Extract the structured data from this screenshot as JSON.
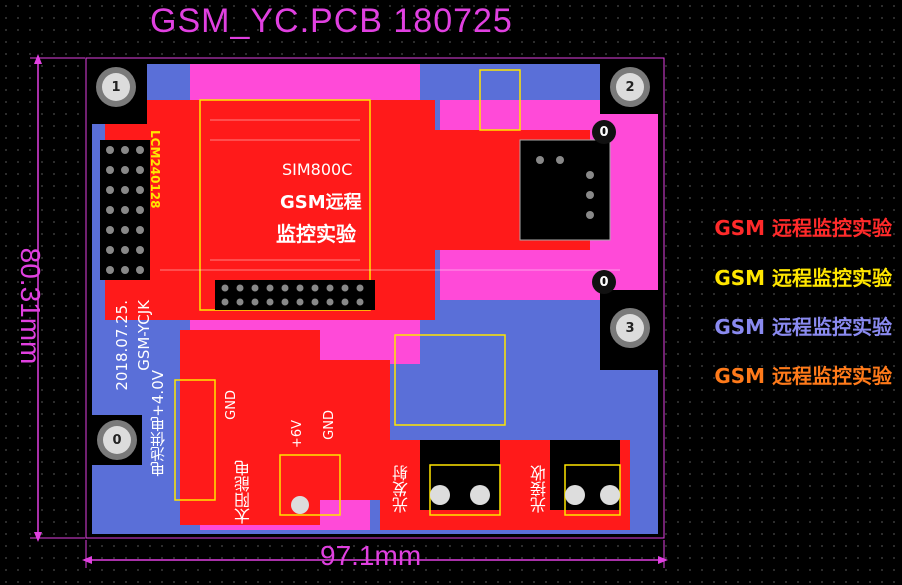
{
  "title": "GSM_YC.PCB 180725",
  "dimensions": {
    "width": "97.1mm",
    "height": "80.31mm"
  },
  "colors": {
    "dimension": "#e040e0",
    "board_blue": "#5a6fd8",
    "board_red": "#ff1a1a",
    "board_pink": "#ff4ad8",
    "silkscreen": "#ffffff",
    "silkscreen_yellow": "#ffe600"
  },
  "legend": [
    {
      "text": "GSM 远程监控实验",
      "color": "#ff2a2a"
    },
    {
      "text": "GSM 远程监控实验",
      "color": "#ffe600"
    },
    {
      "text": "GSM 远程监控实验",
      "color": "#8a8af0"
    },
    {
      "text": "GSM 远程监控实验",
      "color": "#ff7a1a"
    }
  ],
  "mounting_holes": [
    "1",
    "2",
    "0",
    "0",
    "3",
    "0"
  ],
  "silkscreen": {
    "module": "SIM800C",
    "title_line1": "GSM远程",
    "title_line2": "监控实验",
    "lcd": "LCM240128",
    "board_name": "GSM-YCJK",
    "date": "2018.07.25.",
    "power": "电池供电+4.0V",
    "gnd1": "GND",
    "gnd2": "GND",
    "plus6v": "+6V",
    "solar": "太阳能电",
    "ir_tx": "光发射",
    "ir_rx": "光接收"
  }
}
